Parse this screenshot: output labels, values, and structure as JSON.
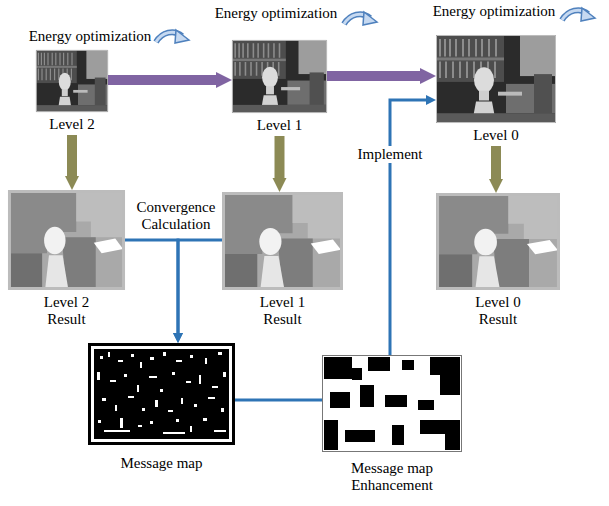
{
  "diagram": {
    "nodes": [
      {
        "text": [
          "Level 2"
        ]
      },
      {
        "text": [
          "Level 1"
        ]
      },
      {
        "text": [
          "Level 0"
        ]
      },
      {
        "text": [
          "Level 2 Result"
        ]
      },
      {
        "text": [
          "Level 1 Result"
        ]
      },
      {
        "text": [
          "Level 0 Result"
        ]
      },
      {
        "text": [
          "Message map"
        ]
      },
      {
        "text": [
          "Message map Enhancement"
        ]
      }
    ],
    "edges": [
      {
        "from": 0,
        "to": 1,
        "arrow": "to"
      },
      {
        "from": 1,
        "to": 2,
        "arrow": "to"
      },
      {
        "from": 0,
        "to": 3,
        "arrow": "to"
      },
      {
        "from": 1,
        "to": 4,
        "arrow": "to"
      },
      {
        "from": 2,
        "to": 5,
        "arrow": "to"
      },
      {
        "from": 3,
        "to": 6,
        "label": "Convergence Calculation",
        "arrow": "to"
      },
      {
        "from": 4,
        "to": 6,
        "arrow": "to"
      },
      {
        "from": 6,
        "to": 7,
        "arrow": "none"
      },
      {
        "from": 7,
        "to": 2,
        "label": "Implement",
        "arrow": "to"
      }
    ],
    "labels": [
      "Energy optimization",
      "Energy optimization",
      "Energy optimization"
    ]
  }
}
